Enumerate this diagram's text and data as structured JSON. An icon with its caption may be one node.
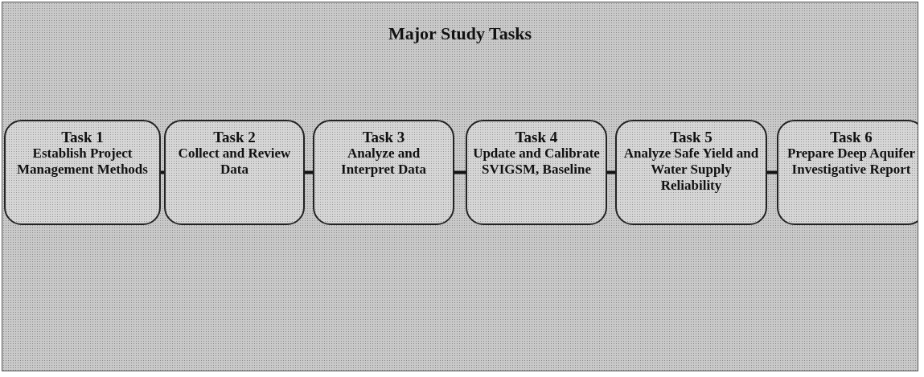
{
  "diagram": {
    "title": "Major Study Tasks",
    "nodes": [
      {
        "text": [
          "Task 1",
          "Establish Project Management Methods"
        ]
      },
      {
        "text": [
          "Task 2",
          "Collect and Review Data"
        ]
      },
      {
        "text": [
          "Task 3",
          "Analyze and Interpret Data"
        ]
      },
      {
        "text": [
          "Task 4",
          "Update and Calibrate SVIGSM, Baseline"
        ]
      },
      {
        "text": [
          "Task 5",
          "Analyze Safe Yield and Water Supply Reliability"
        ]
      },
      {
        "text": [
          "Task 6",
          "Prepare Deep Aquifer Investigative Report"
        ]
      }
    ],
    "edges": [
      {
        "from": 0,
        "to": 1,
        "arrow": "none"
      },
      {
        "from": 1,
        "to": 2,
        "arrow": "none"
      },
      {
        "from": 2,
        "to": 3,
        "arrow": "none"
      },
      {
        "from": 3,
        "to": 4,
        "arrow": "none"
      },
      {
        "from": 4,
        "to": 5,
        "arrow": "none"
      }
    ]
  }
}
